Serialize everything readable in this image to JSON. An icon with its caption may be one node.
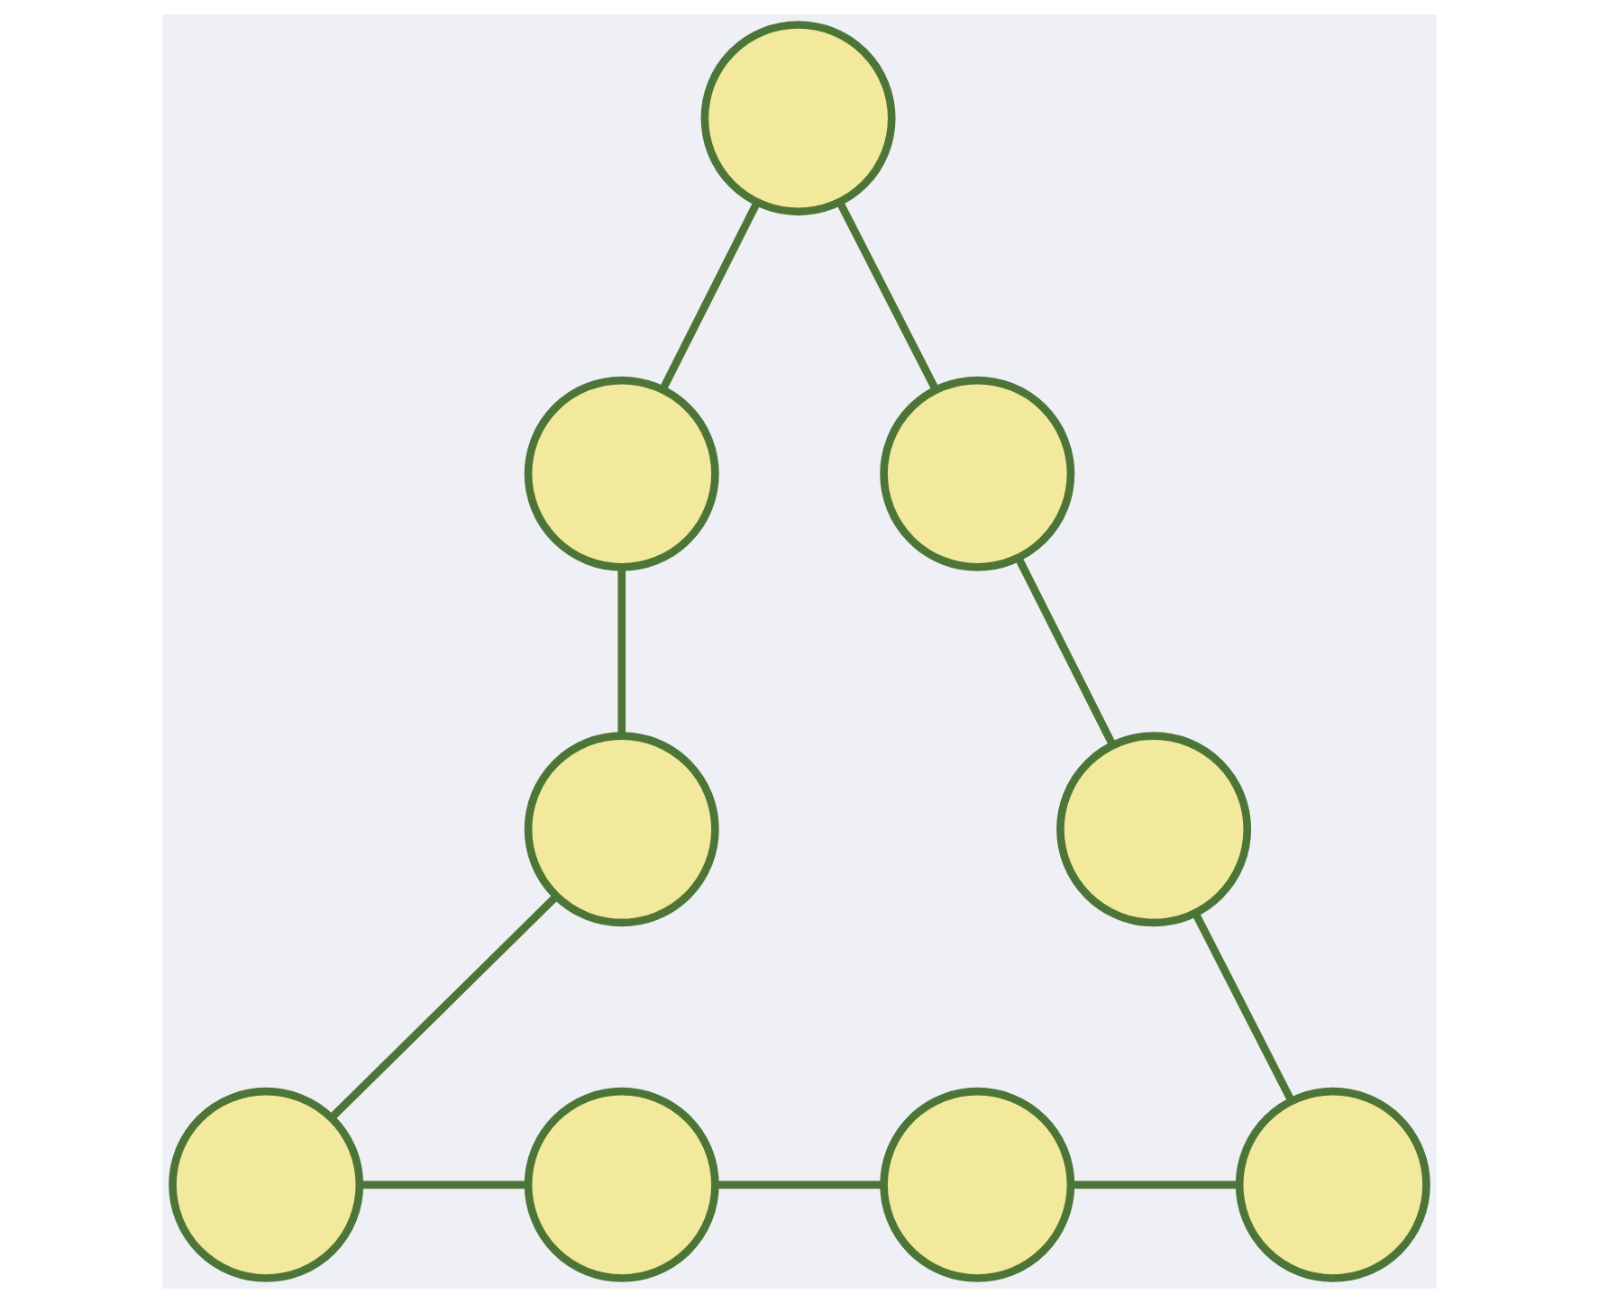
{
  "diagram": {
    "nodes": [
      {
        "text": [],
        "shape": "circle"
      },
      {
        "text": [],
        "shape": "circle"
      },
      {
        "text": [],
        "shape": "circle"
      },
      {
        "text": [],
        "shape": "circle"
      },
      {
        "text": [],
        "shape": "circle"
      },
      {
        "text": [],
        "shape": "circle"
      },
      {
        "text": [],
        "shape": "circle"
      },
      {
        "text": [],
        "shape": "circle"
      },
      {
        "text": [],
        "shape": "circle"
      }
    ],
    "edges": [
      {
        "from": 0,
        "to": 1,
        "arrow": "none"
      },
      {
        "from": 0,
        "to": 2,
        "arrow": "none"
      },
      {
        "from": 1,
        "to": 3,
        "arrow": "none"
      },
      {
        "from": 2,
        "to": 4,
        "arrow": "none"
      },
      {
        "from": 3,
        "to": 5,
        "arrow": "none"
      },
      {
        "from": 4,
        "to": 8,
        "arrow": "none"
      },
      {
        "from": 5,
        "to": 6,
        "arrow": "none"
      },
      {
        "from": 6,
        "to": 7,
        "arrow": "none"
      },
      {
        "from": 7,
        "to": 8,
        "arrow": "none"
      }
    ]
  }
}
